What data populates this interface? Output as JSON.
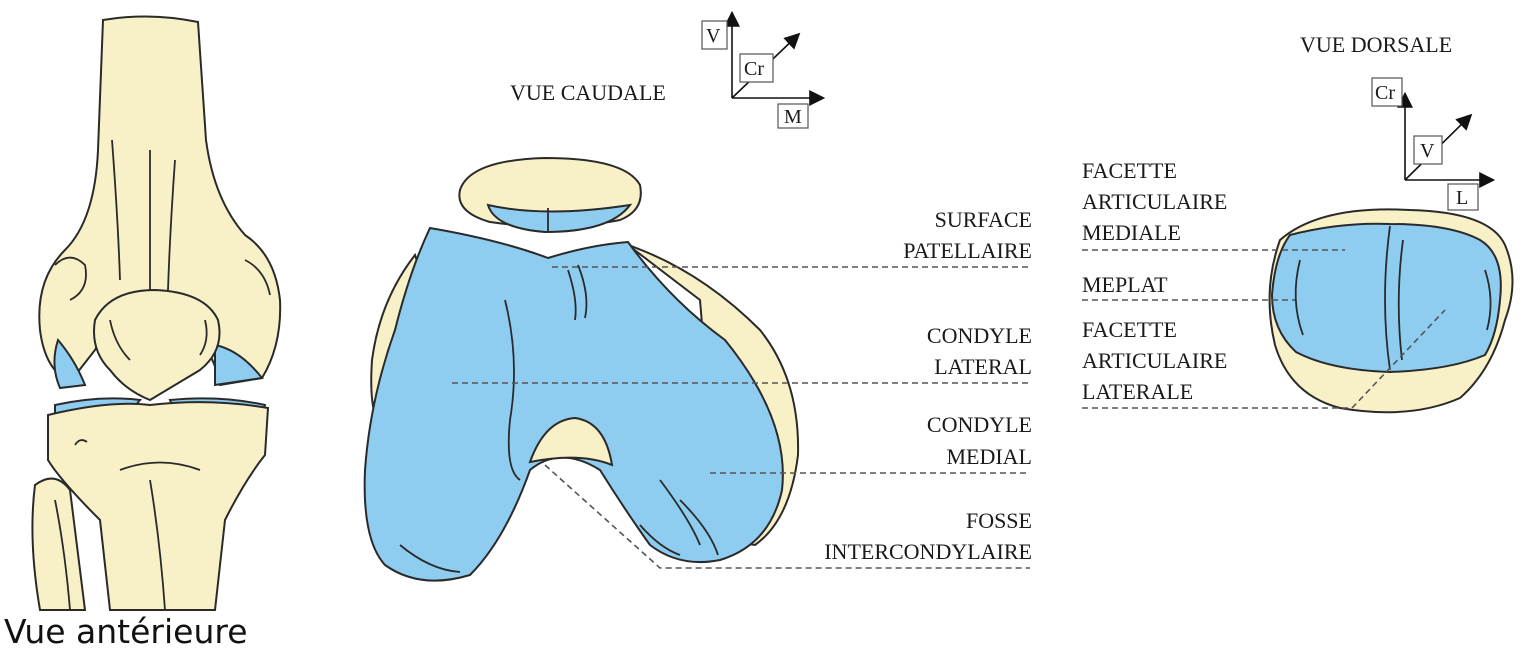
{
  "caption": "Vue antérieure",
  "views": {
    "caudal": {
      "title": "VUE CAUDALE",
      "axes": [
        "V",
        "Cr",
        "M"
      ],
      "labels": [
        [
          "SURFACE",
          "PATELLAIRE"
        ],
        [
          "CONDYLE",
          "LATERAL"
        ],
        [
          "CONDYLE",
          "MEDIAL"
        ],
        [
          "FOSSE",
          "INTERCONDYLAIRE"
        ]
      ]
    },
    "dorsal": {
      "title": "VUE DORSALE",
      "axes": [
        "Cr",
        "V",
        "L"
      ],
      "labels": [
        [
          "FACETTE",
          "ARTICULAIRE",
          "MEDIALE"
        ],
        [
          "MEPLAT"
        ],
        [
          "FACETTE",
          "ARTICULAIRE",
          "LATERALE"
        ]
      ]
    }
  },
  "colors": {
    "bone": "#f8f0c6",
    "cartilage": "#8ecdf0"
  }
}
